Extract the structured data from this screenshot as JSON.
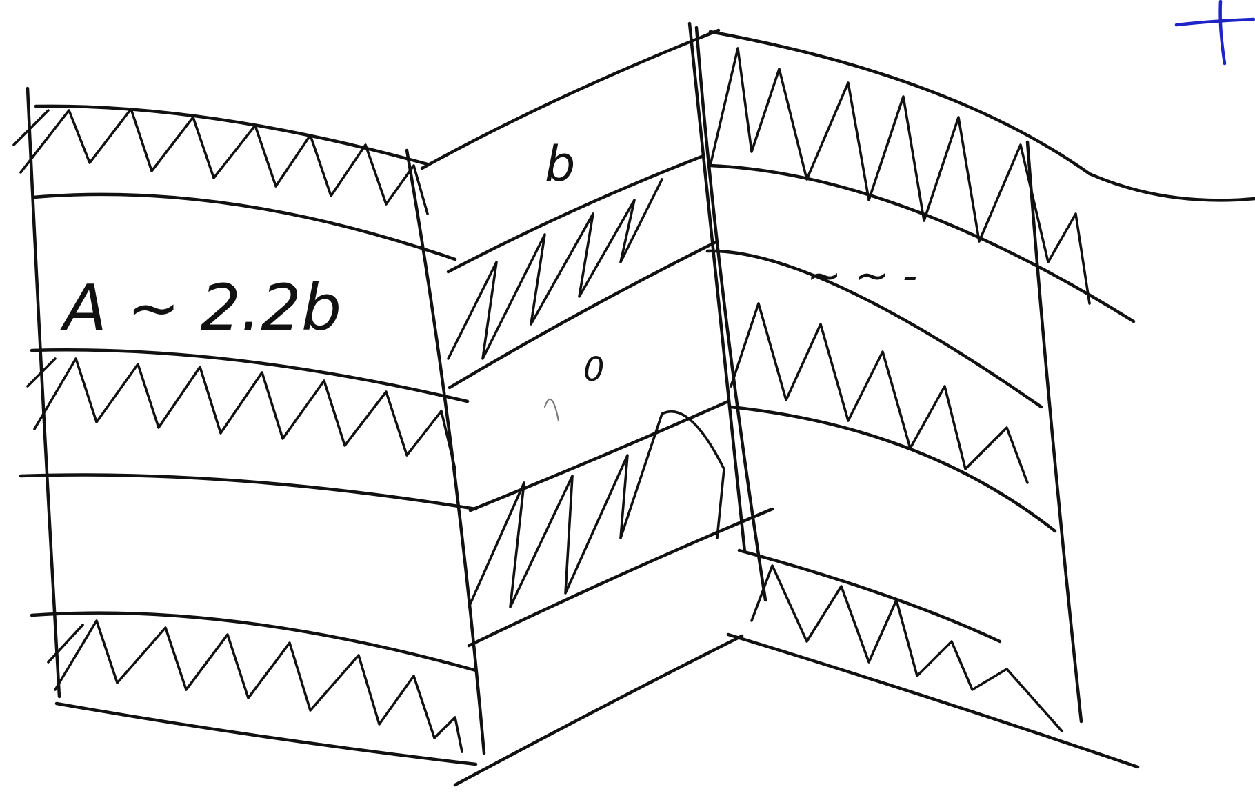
{
  "diagram": {
    "kind": "hand-drawn sketch",
    "ink_color": "#111111",
    "marker_color": "#1f24c8",
    "labels": {
      "left_panel": "A ~ 2.2b",
      "center_upper": "b",
      "center_mid": "0",
      "right_upper": "~ ~ -"
    },
    "panels": [
      {
        "name": "left",
        "bands": [
          "hatched",
          "blank",
          "hatched",
          "blank",
          "hatched"
        ]
      },
      {
        "name": "center",
        "bands": [
          "blank",
          "hatched",
          "blank",
          "hatched",
          "blank"
        ]
      },
      {
        "name": "right",
        "bands": [
          "hatched",
          "blank",
          "hatched",
          "blank",
          "hatched"
        ]
      }
    ]
  }
}
